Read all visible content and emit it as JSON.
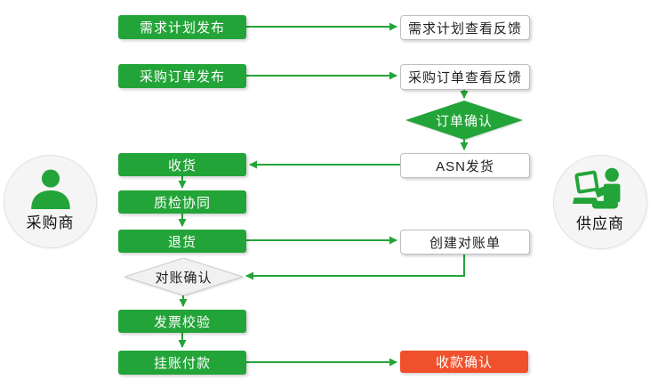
{
  "colors": {
    "green": "#23a438",
    "red": "#f0512c",
    "white_box_border": "#bfbfbf",
    "diamond_fill": "#f1f1f1",
    "diamond_border": "#cccccc",
    "actor_fill": "#f5f5f5",
    "actor_border": "#e2e2e2",
    "text_dark": "#1f1f1f"
  },
  "actors": {
    "buyer": {
      "label": "采购商"
    },
    "supplier": {
      "label": "供应商"
    }
  },
  "nodes": {
    "demand_plan_publish": {
      "label": "需求计划发布"
    },
    "demand_plan_feedback": {
      "label": "需求计划查看反馈"
    },
    "po_publish": {
      "label": "采购订单发布"
    },
    "po_feedback": {
      "label": "采购订单查看反馈"
    },
    "order_confirm": {
      "label": "订单确认"
    },
    "asn_ship": {
      "label": "ASN发货"
    },
    "receive": {
      "label": "收货"
    },
    "quality_check": {
      "label": "质检协同"
    },
    "return_goods": {
      "label": "退货"
    },
    "create_statement": {
      "label": "创建对账单"
    },
    "statement_confirm": {
      "label": "对账确认"
    },
    "invoice_check": {
      "label": "发票校验"
    },
    "pay_on_account": {
      "label": "挂账付款"
    },
    "receipt_confirm": {
      "label": "收款确认"
    }
  }
}
